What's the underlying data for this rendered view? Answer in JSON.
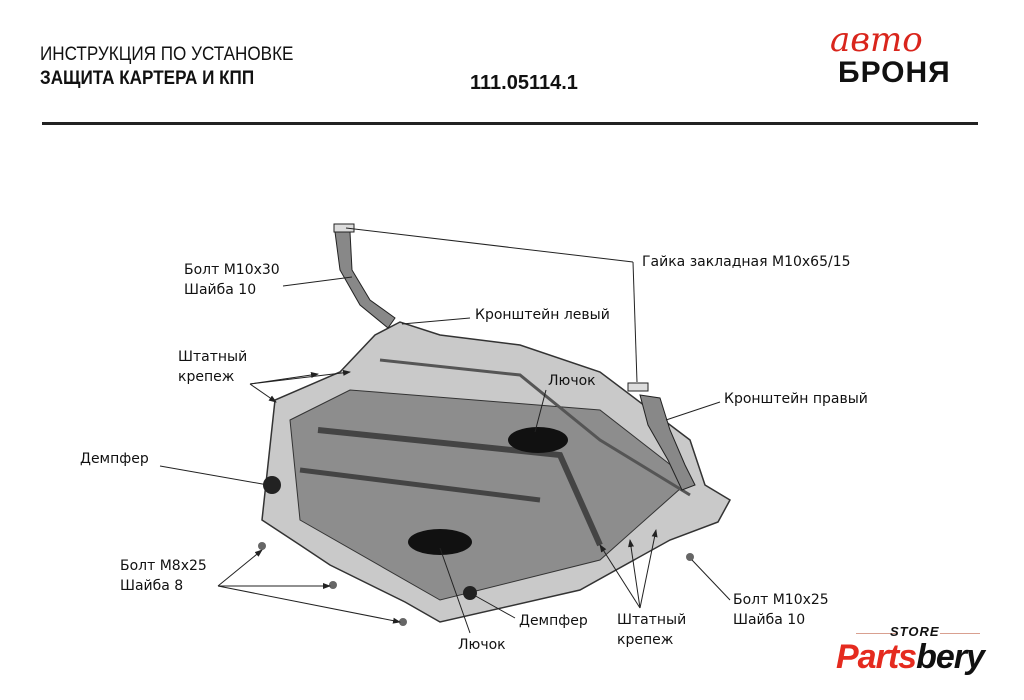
{
  "header": {
    "line1": "ИНСТРУКЦИЯ ПО УСТАНОВКЕ",
    "line2": "ЗАЩИТА КАРТЕРА И КПП",
    "part_number": "111.05114.1"
  },
  "brand_logo": {
    "top": "авто",
    "bottom": "БРОНЯ"
  },
  "labels": {
    "bolt_m10x30": "Болт М10х30",
    "washer_10_top": "Шайба 10",
    "nut": "Гайка закладная М10х65/15",
    "bracket_left": "Кронштейн левый",
    "std_fastener_top_1": "Штатный",
    "std_fastener_top_2": "крепеж",
    "hatch_top": "Лючок",
    "bracket_right": "Кронштейн правый",
    "damper_left": "Демпфер",
    "bolt_m8x25": "Болт М8х25",
    "washer_8": "Шайба 8",
    "bolt_m10x25": "Болт М10х25",
    "washer_10_bottom": "Шайба 10",
    "damper_bottom": "Демпфер",
    "hatch_bottom": "Лючок",
    "std_fastener_bottom_1": "Штатный",
    "std_fastener_bottom_2": "крепеж"
  },
  "watermark": {
    "store": "STORE",
    "parts": "Parts",
    "bery": "bery"
  }
}
